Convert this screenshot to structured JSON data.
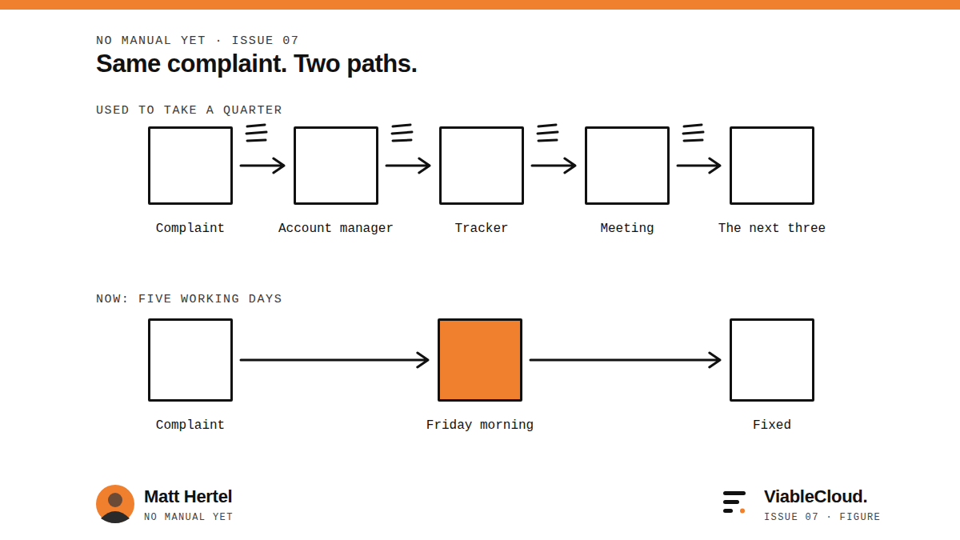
{
  "diagram": {
    "title": "Same complaint. Two paths.",
    "nodes": [
      {
        "text": [
          "Complaint"
        ]
      },
      {
        "text": [
          "Account manager"
        ]
      },
      {
        "text": [
          "Tracker"
        ]
      },
      {
        "text": [
          "Meeting"
        ]
      },
      {
        "text": [
          "The next three"
        ]
      },
      {
        "text": [
          "Complaint"
        ]
      },
      {
        "text": [
          "Friday morning"
        ]
      },
      {
        "text": [
          "Fixed"
        ]
      }
    ],
    "edges": [
      {
        "from": 0,
        "to": 1,
        "arrow": "to"
      },
      {
        "from": 1,
        "to": 2,
        "arrow": "to"
      },
      {
        "from": 2,
        "to": 3,
        "arrow": "to"
      },
      {
        "from": 3,
        "to": 4,
        "arrow": "to"
      },
      {
        "from": 5,
        "to": 6,
        "arrow": "to"
      },
      {
        "from": 6,
        "to": 7,
        "arrow": "to"
      }
    ],
    "labels": [
      "NO MANUAL YET · ISSUE 07",
      "USED TO TAKE A QUARTER",
      "NOW: FIVE WORKING DAYS",
      "Matt Hertel",
      "NO MANUAL YET",
      "ViableCloud.",
      "ISSUE 07 · FIGURE"
    ]
  }
}
